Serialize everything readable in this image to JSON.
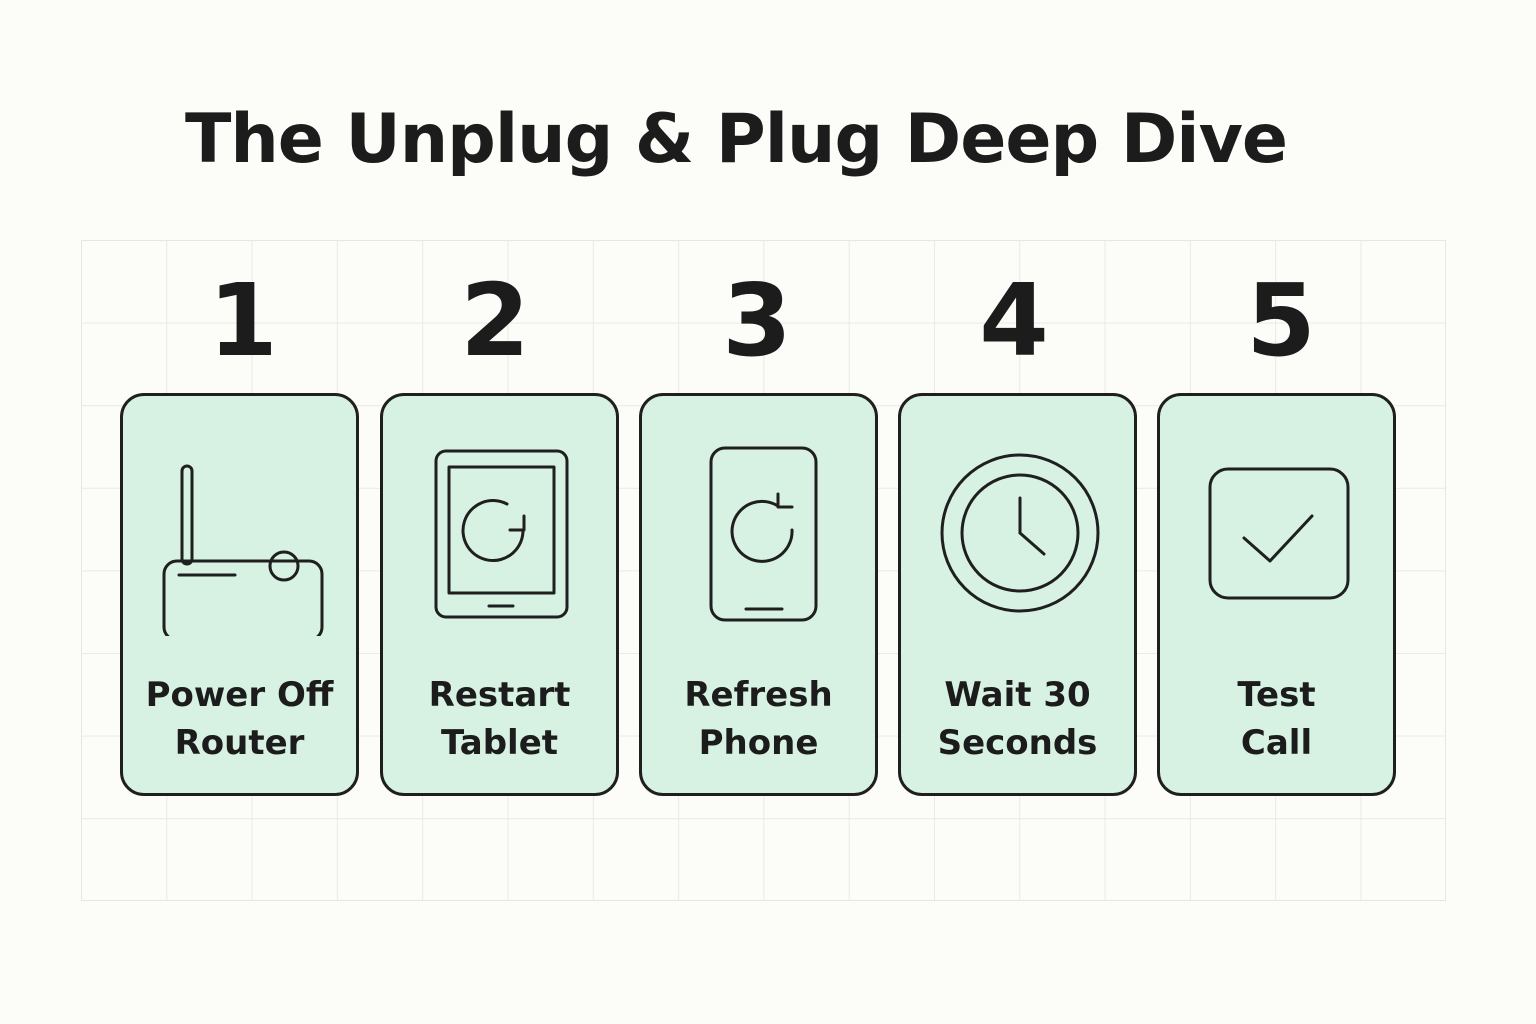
{
  "title": "The Unplug & Plug Deep Dive",
  "steps": [
    {
      "number": "1",
      "label_lines": [
        "Power Off",
        "Router"
      ],
      "icon": "router-icon"
    },
    {
      "number": "2",
      "label_lines": [
        "Restart",
        "Tablet"
      ],
      "icon": "tablet-refresh-icon"
    },
    {
      "number": "3",
      "label_lines": [
        "Refresh",
        "Phone"
      ],
      "icon": "phone-refresh-icon"
    },
    {
      "number": "4",
      "label_lines": [
        "Wait 30",
        "Seconds"
      ],
      "icon": "clock-icon"
    },
    {
      "number": "5",
      "label_lines": [
        "Test",
        "Call"
      ],
      "icon": "checkbox-check-icon"
    }
  ],
  "colors": {
    "background": "#fcfcf9",
    "card_fill": "#d7f2e3",
    "stroke": "#1f1f1f",
    "grid_line": "#e9e9e5"
  }
}
